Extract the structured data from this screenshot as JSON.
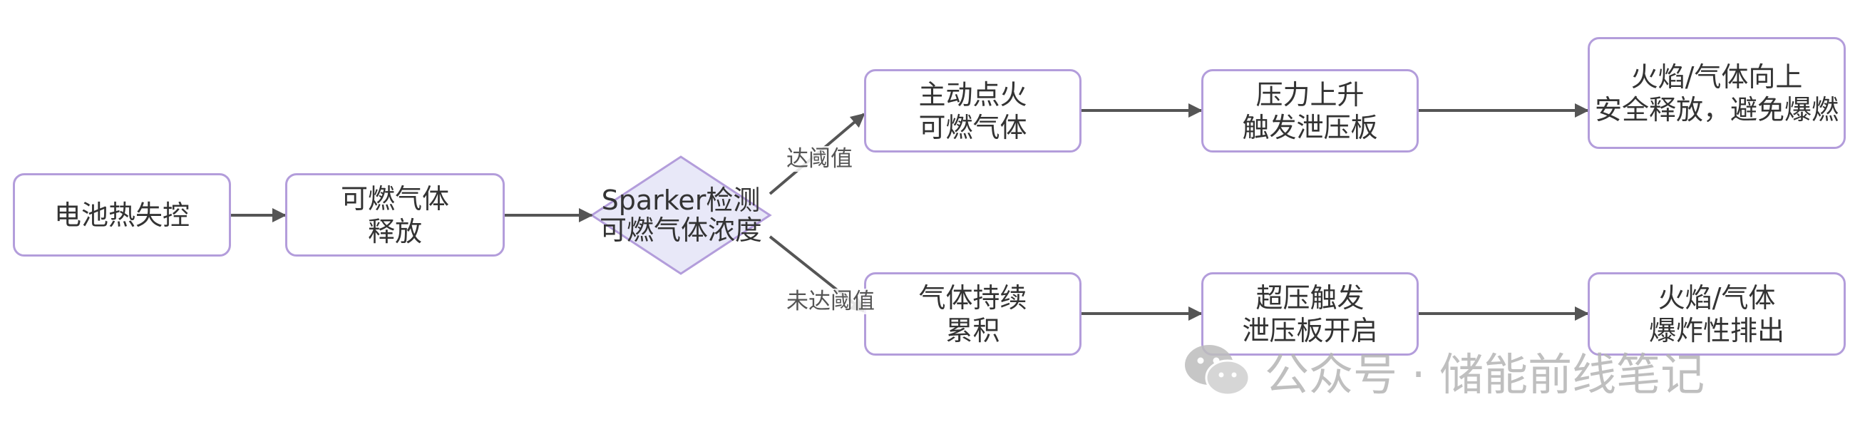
{
  "nodes": {
    "thermal_runaway": {
      "lines": [
        "电池热失控"
      ]
    },
    "gas_release": {
      "lines": [
        "可燃气体",
        "释放"
      ]
    },
    "sparker_detect": {
      "lines": [
        "Sparker检测",
        "可燃气体浓度"
      ]
    },
    "active_ignition": {
      "lines": [
        "主动点火",
        "可燃气体"
      ]
    },
    "pressure_rise": {
      "lines": [
        "压力上升",
        "触发泄压板"
      ]
    },
    "safe_release": {
      "lines": [
        "火焰/气体向上",
        "安全释放，避免爆燃"
      ]
    },
    "gas_accumulate": {
      "lines": [
        "气体持续",
        "累积"
      ]
    },
    "overpressure_vent": {
      "lines": [
        "超压触发",
        "泄压板开启"
      ]
    },
    "explosive_discharge": {
      "lines": [
        "火焰/气体",
        "爆炸性排出"
      ]
    }
  },
  "edge_labels": {
    "threshold_reached": "达阈值",
    "threshold_not_reached": "未达阈值"
  },
  "watermark": {
    "text": "公众号 · 储能前线笔记",
    "icon": "wechat-icon"
  },
  "colors": {
    "node_border": "#b39ddb",
    "diamond_fill": "#e8e8f8",
    "arrow": "#555555",
    "text": "#333333"
  }
}
